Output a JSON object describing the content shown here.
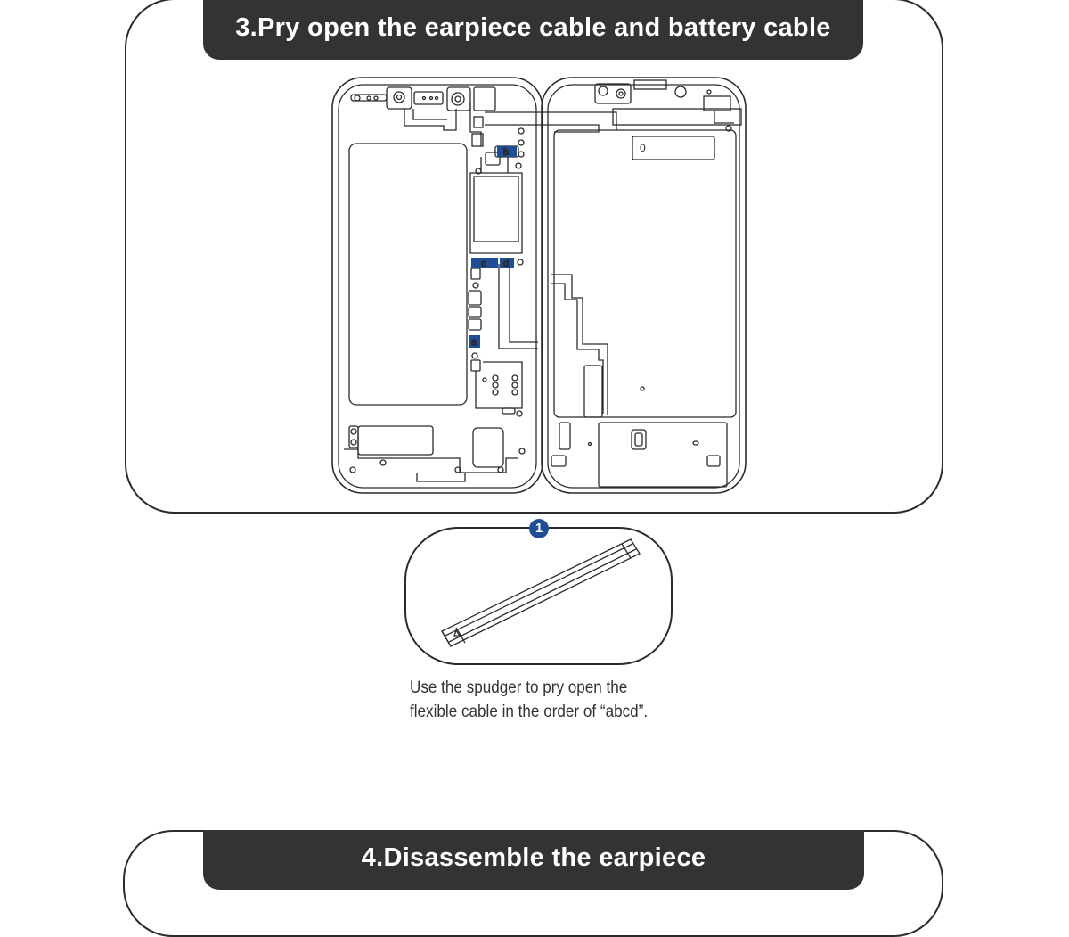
{
  "step3": {
    "title": "3.Pry open the earpiece cable and battery cable",
    "connector_labels": {
      "a": "a",
      "b": "b",
      "c": "c",
      "d": "d"
    },
    "component_label": "0",
    "step_badge": "1",
    "caption_line1": "Use the spudger to pry open the",
    "caption_line2": "flexible cable in the order of “abcd”."
  },
  "step4": {
    "title": "4.Disassemble the earpiece"
  },
  "colors": {
    "banner_bg": "#333333",
    "banner_text": "#ffffff",
    "connector_highlight": "#1f4e99",
    "outline": "#2b2b2b"
  }
}
